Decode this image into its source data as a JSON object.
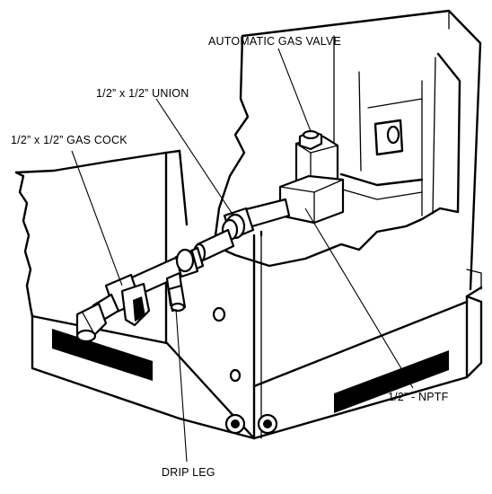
{
  "labels": {
    "gas_valve": "AUTOMATIC GAS VALVE",
    "union": "1/2” x 1/2” UNION",
    "gas_cock": "1/2” x 1/2” GAS COCK",
    "nptf": "1/2” - NPTF",
    "drip_leg": "DRIP LEG"
  }
}
